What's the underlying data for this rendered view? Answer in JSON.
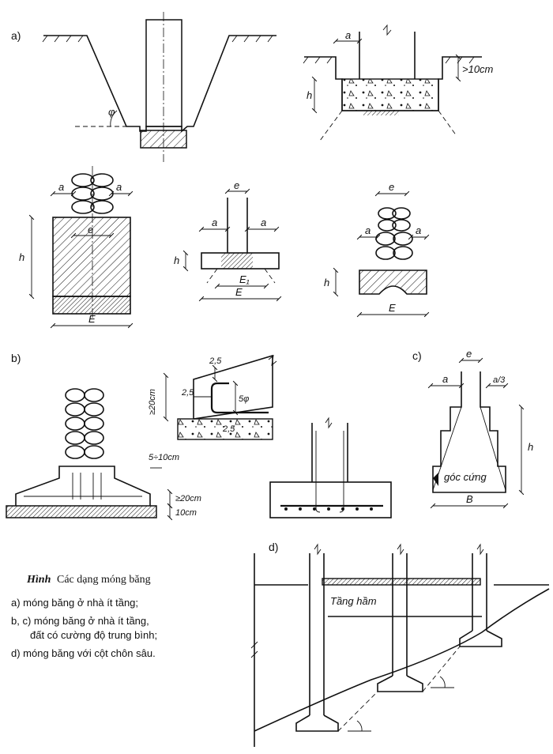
{
  "figure": {
    "section_labels": {
      "a": "a)",
      "b": "b)",
      "c": "c)",
      "d": "d)"
    },
    "dimensions": {
      "a": "a",
      "e": "e",
      "h": "h",
      "E": "E",
      "E1": "E₁",
      "B": "B",
      "phi": "φ",
      "gt10cm": ">10cm",
      "gt20cm": "≥20cm",
      "d2_5": "2,5",
      "d5phi": "5φ",
      "d5_10cm": "5÷10cm",
      "d20cm": "≥20cm",
      "d10cm": "10cm",
      "a_over_3": "a/3"
    },
    "annotations": {
      "rigid_angle": "góc cứng",
      "basement": "Tầng hầm"
    },
    "caption": {
      "title_prefix": "Hình",
      "title_text": " Các dạng móng băng",
      "items": [
        "a)  móng băng ở nhà ít tầng;",
        "b, c)  móng băng ở nhà ít tầng,",
        "đất có cường độ trung bình;",
        "d)  móng băng với cột chôn sâu."
      ]
    }
  }
}
